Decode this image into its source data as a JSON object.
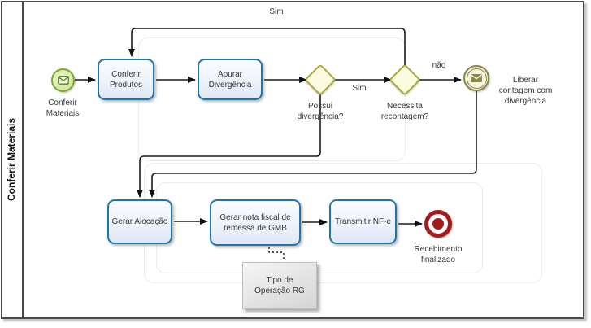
{
  "lane": {
    "title": "Conferir Materiais"
  },
  "nodes": {
    "start_event": {
      "type": "start-message-event",
      "label": "Conferir\nMateriais"
    },
    "task_conferir_produtos": {
      "type": "task",
      "label": "Conferir\nProdutos"
    },
    "task_apurar_divergencia": {
      "type": "task",
      "label": "Apurar\nDivergência"
    },
    "gateway_possui_divergencia": {
      "type": "exclusive-gateway",
      "label": "Possui\ndivergência?"
    },
    "gateway_necessita_recontagem": {
      "type": "exclusive-gateway",
      "label": "Necessita\nrecontagem?"
    },
    "intermediate_event": {
      "type": "intermediate-message-throw-event",
      "label": "Liberar\ncontagem com\ndivergência"
    },
    "task_gerar_alocacao": {
      "type": "task",
      "label": "Gerar Alocação"
    },
    "task_gerar_nota_fiscal": {
      "type": "task",
      "label": "Gerar nota fiscal de\nremessa de GMB"
    },
    "task_transmitir_nfe": {
      "type": "task",
      "label": "Transmitir NF-e"
    },
    "end_event": {
      "type": "end-event",
      "label": "Recebimento\nfinalizado"
    },
    "annotation": {
      "type": "text-annotation",
      "label": "Tipo de\nOperação RG"
    }
  },
  "flow_labels": {
    "sim_loop_top": "Sim",
    "sim_between_gateways": "Sim",
    "nao": "não"
  },
  "colors": {
    "task_border": "#1F76AB",
    "task_fill": "#e9eefa",
    "gateway_border": "#ABAB3F",
    "gateway_fill": "#FCFCE1",
    "start_event_border": "#79A933",
    "start_event_fill": "#cfe492",
    "intermediate_event": "#8A8A45",
    "end_event": "#A21C1C",
    "connector": "#1a1a1a",
    "frame_border": "#4b4b4b"
  }
}
